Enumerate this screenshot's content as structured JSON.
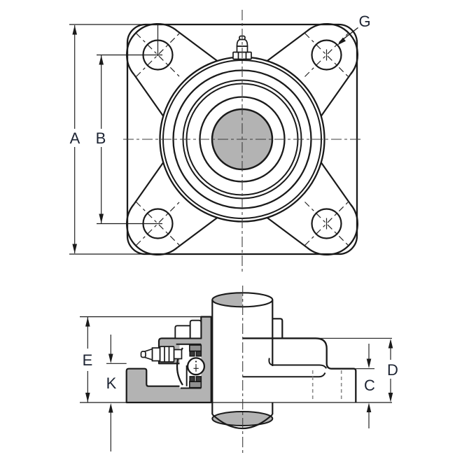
{
  "drawing": {
    "description_labels": {
      "A": "A",
      "B": "B",
      "G": "G",
      "E": "E",
      "K": "K",
      "C": "C",
      "D": "D"
    },
    "colors": {
      "line": "#1a1a1a",
      "metal_gray": "#b3b3b3",
      "bearing_mid": "#909090",
      "bearing_dark": "#3a3a3a",
      "hidden_line": "#8a8a8a",
      "centerline": "#3c3c3c",
      "label_text": "#1d2433",
      "background": "#ffffff"
    }
  }
}
